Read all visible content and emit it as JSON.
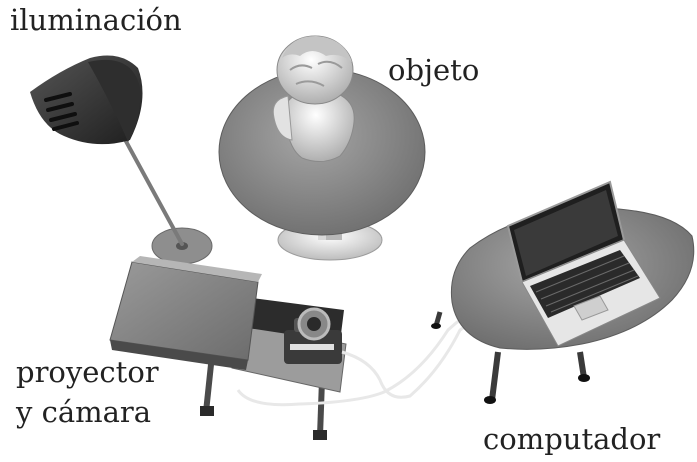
{
  "labels": {
    "illumination": "iluminación",
    "object": "objeto",
    "projector_line1": "proyector",
    "projector_line2": "y cámara",
    "computer": "computador"
  },
  "colors": {
    "background": "#ffffff",
    "table_top": "#8a8a8a",
    "dark_metal": "#3a3a3a",
    "bust": "#dcdcdc",
    "cable": "#f0f0f0"
  },
  "icons": [
    "lamp-icon",
    "bust-statue-icon",
    "projector-icon",
    "camera-icon",
    "laptop-icon"
  ]
}
